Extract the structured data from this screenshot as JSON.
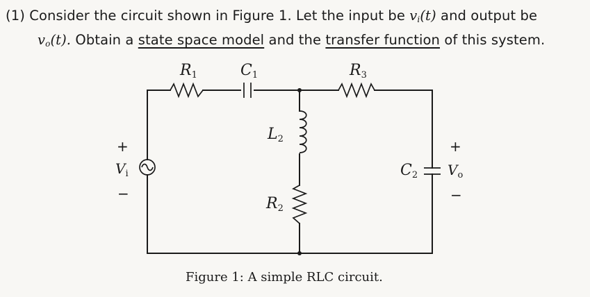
{
  "problem": {
    "number": "(1)",
    "text_1": "Consider the circuit shown in Figure 1. Let the input be",
    "input_var": "v",
    "input_sub": "i",
    "input_arg": "(t)",
    "text_2": "and output be",
    "output_var": "v",
    "output_sub": "o",
    "output_arg": "(t).",
    "text_3": "Obtain a",
    "term_1": "state space model",
    "text_4": "and the",
    "term_2": "transfer function",
    "text_5": "of this system."
  },
  "figure": {
    "caption": "Figure 1: A simple RLC circuit.",
    "components": {
      "R1": {
        "name": "R",
        "sub": "1"
      },
      "C1": {
        "name": "C",
        "sub": "1"
      },
      "R3": {
        "name": "R",
        "sub": "3"
      },
      "L2": {
        "name": "L",
        "sub": "2"
      },
      "R2": {
        "name": "R",
        "sub": "2"
      },
      "C2": {
        "name": "C",
        "sub": "2"
      }
    },
    "source": {
      "name": "V",
      "sub": "i",
      "plus": "+",
      "minus": "−"
    },
    "output": {
      "name": "V",
      "sub": "o",
      "plus": "+",
      "minus": "−"
    }
  }
}
